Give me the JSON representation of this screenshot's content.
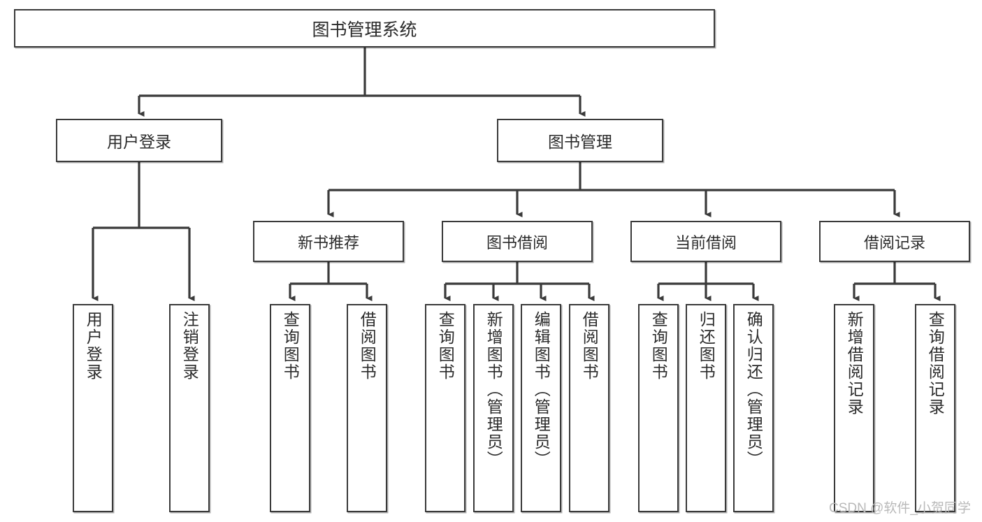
{
  "diagram": {
    "type": "tree",
    "title": "图书管理系统",
    "orientation": "top-down",
    "levels": 4,
    "colors": {
      "box_border": "#3a3a3a",
      "box_fill": "#ffffff",
      "connector": "#3a3a3a",
      "text": "#2b2b2b",
      "watermark": "#b9b9b9",
      "background": "#ffffff"
    },
    "root": {
      "label": "图书管理系统"
    },
    "level2": [
      {
        "label": "用户登录"
      },
      {
        "label": "图书管理"
      }
    ],
    "level3": [
      {
        "label": "新书推荐"
      },
      {
        "label": "图书借阅"
      },
      {
        "label": "当前借阅"
      },
      {
        "label": "借阅记录"
      }
    ],
    "leaves": {
      "user_login": [
        {
          "label": "用户登录"
        },
        {
          "label": "注销登录"
        }
      ],
      "new_book_recommend": [
        {
          "label": "查询图书"
        },
        {
          "label": "借阅图书"
        }
      ],
      "book_borrow": [
        {
          "label": "查询图书"
        },
        {
          "label": "新增图书（管理员）"
        },
        {
          "label": "编辑图书（管理员）"
        },
        {
          "label": "借阅图书"
        }
      ],
      "current_borrow": [
        {
          "label": "查询图书"
        },
        {
          "label": "归还图书"
        },
        {
          "label": "确认归还（管理员）"
        }
      ],
      "borrow_record": [
        {
          "label": "新增借阅记录"
        },
        {
          "label": "查询借阅记录"
        }
      ]
    }
  },
  "watermark": {
    "text": "CSDN @软件_小贺同学"
  }
}
